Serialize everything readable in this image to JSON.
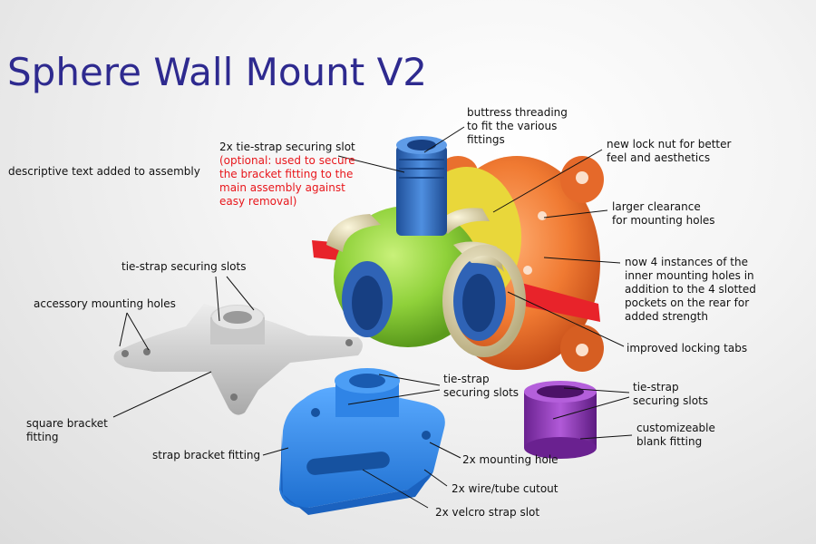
{
  "title": "Sphere Wall Mount V2",
  "colors": {
    "title": "#2e2a8f",
    "note_red": "#e8161b",
    "body_green": "#8fd13a",
    "fitting_blue": "#2d6fc0",
    "mount_orange": "#f07a32",
    "tab_red": "#e8232a",
    "strap_blue": "#2f8ef0",
    "bracket_grey": "#c8c8c8",
    "fitting_purple": "#8a36b8",
    "ring_cream": "#e6deb4",
    "lock_yellow": "#e9d73a"
  },
  "annotations": {
    "descriptive": "descriptive text added to assembly",
    "slot_top_main": "2x tie-strap securing slot",
    "slot_top_note": [
      "(optional: used to secure",
      "the bracket fitting to the",
      "main assembly against",
      "easy removal)"
    ],
    "buttress": [
      "buttress threading",
      "to fit the various",
      "fittings"
    ],
    "lock_nut": [
      "new lock nut for better",
      "feel and aesthetics"
    ],
    "clearance": [
      "larger clearance",
      "for mounting holes"
    ],
    "inner_holes": [
      "now 4 instances of the",
      "inner mounting holes in",
      "addition to the 4 slotted",
      "pockets on the rear for",
      "added strength"
    ],
    "locking_tabs": "improved locking tabs",
    "square_slots": "tie-strap securing slots",
    "accessory": "accessory mounting holes",
    "square_bracket": [
      "square bracket",
      "fitting"
    ],
    "strap_slots": [
      "tie-strap",
      "securing slots"
    ],
    "strap_bracket": "strap bracket fitting",
    "mounting_hole": "2x mounting hole",
    "wire_tube": "2x wire/tube cutout",
    "velcro": "2x velcro strap slot",
    "blank_slots": [
      "tie-strap",
      "securing slots"
    ],
    "blank": [
      "customizeable",
      "blank fitting"
    ]
  }
}
